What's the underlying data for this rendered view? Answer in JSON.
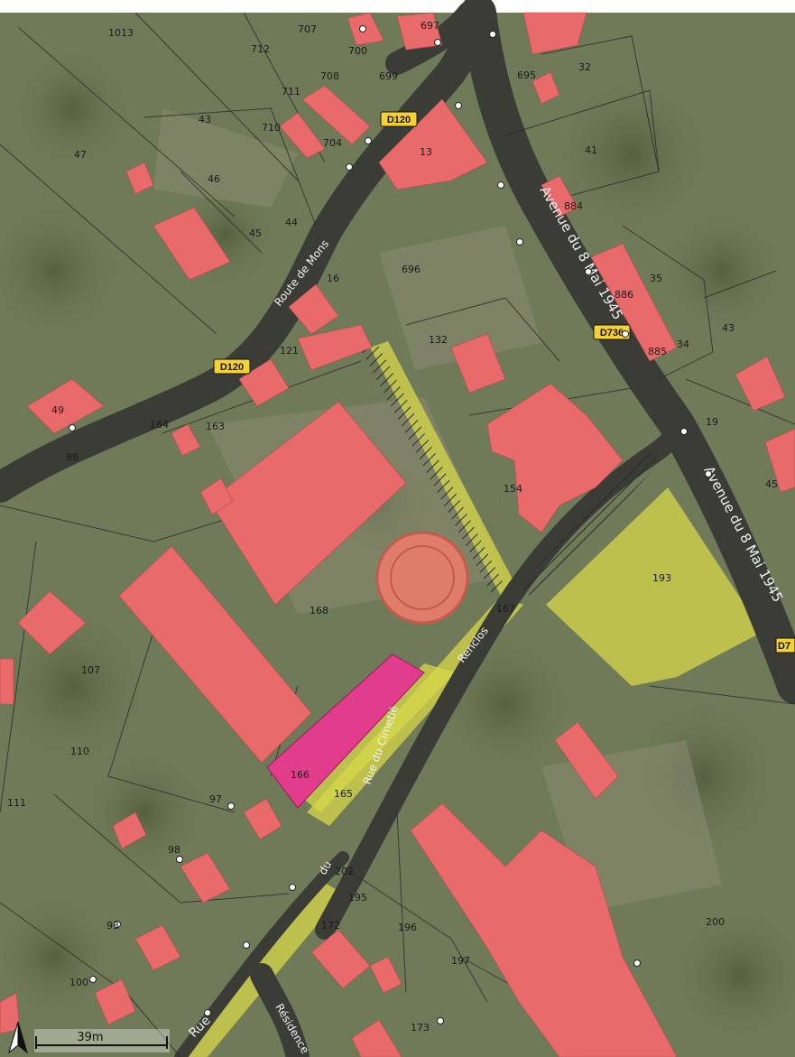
{
  "colors": {
    "vegetation": "#6f7a58",
    "vegetation_dark": "#55603f",
    "road": "#3b3c36",
    "building": "#e86a6a",
    "building_highlight": "#e23c8c",
    "zone_yellow": "#d7d84a",
    "parcel_line": "#2a2a2a",
    "badge_fill": "#f5d233"
  },
  "road_badges": {
    "d120_top": "D120",
    "d120_left": "D120",
    "d736": "D736",
    "d7_edge": "D7"
  },
  "street_names": {
    "route_mons": "Route de Mons",
    "avenue_8mai_upper": "Avenue du 8 Mai 1945",
    "avenue_8mai_lower": "Avenue du 8 Mai 1945",
    "rue_renclos": "Renclos",
    "rue_du_cimetiere": "Rue du Cimetiè",
    "rue_bottom": "Rue",
    "residence": "Résidence",
    "du": "du"
  },
  "parcels": {
    "p1013": "1013",
    "p712": "712",
    "p707": "707",
    "p700": "700",
    "p697": "697",
    "p708": "708",
    "p699": "699",
    "p695": "695",
    "p32": "32",
    "p711": "711",
    "p43a": "43",
    "p710": "710",
    "p704": "704",
    "p13": "13",
    "p41": "41",
    "p47": "47",
    "p46": "46",
    "p44": "44",
    "p884": "884",
    "p45a": "45",
    "p16": "16",
    "p696": "696",
    "p886": "886",
    "p35": "35",
    "p43b": "43",
    "p121": "121",
    "p132": "132",
    "p885": "885",
    "p34": "34",
    "p49": "49",
    "p164": "164",
    "p163": "163",
    "p19": "19",
    "p88": "88",
    "p154": "154",
    "p45b": "45",
    "p193": "193",
    "p168": "168",
    "p167": "167",
    "p107": "107",
    "p110": "110",
    "p166": "166",
    "p165": "165",
    "p111": "111",
    "p97": "97",
    "p98": "98",
    "p202": "202",
    "p195": "195",
    "p93": "93",
    "p172": "172",
    "p196": "196",
    "p200": "200",
    "p197": "197",
    "p100": "100",
    "p173": "173"
  },
  "scale_bar": {
    "label": "39m"
  },
  "north_arrow": {
    "icon": "north-arrow-icon"
  }
}
